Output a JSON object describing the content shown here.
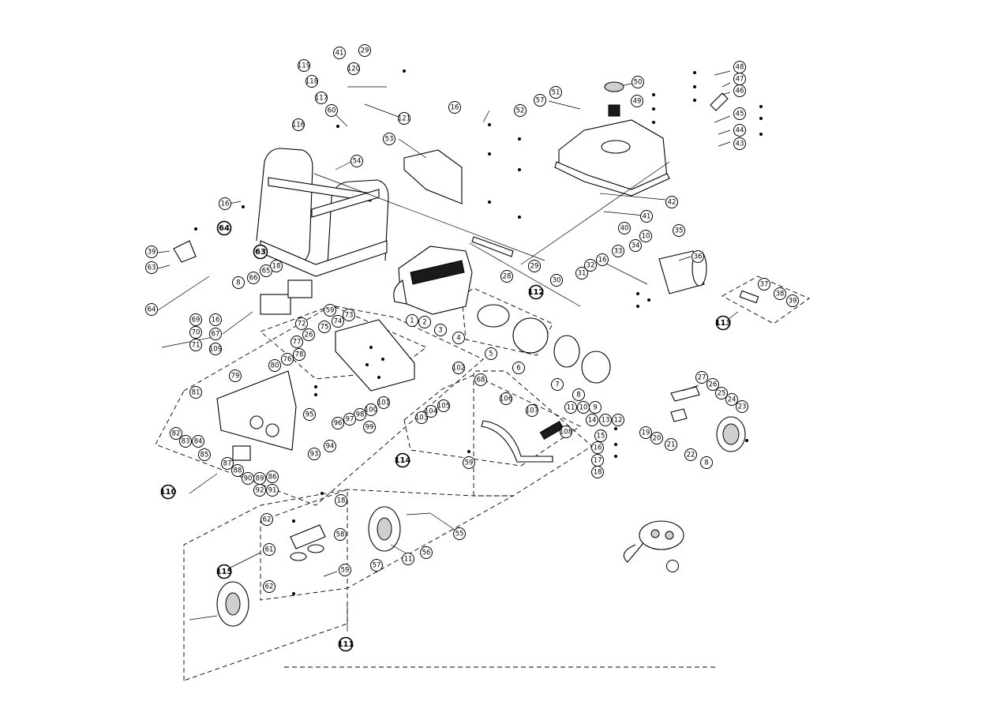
{
  "callouts": [
    {
      "label": "41"
    },
    {
      "label": "119"
    },
    {
      "label": "118"
    },
    {
      "label": "29"
    },
    {
      "label": "120"
    },
    {
      "label": "117"
    },
    {
      "label": "60"
    },
    {
      "label": "121"
    },
    {
      "label": "116"
    },
    {
      "label": "16"
    },
    {
      "label": "51"
    },
    {
      "label": "57"
    },
    {
      "label": "52"
    },
    {
      "label": "50"
    },
    {
      "label": "49"
    },
    {
      "label": "48"
    },
    {
      "label": "47"
    },
    {
      "label": "46"
    },
    {
      "label": "45"
    },
    {
      "label": "44"
    },
    {
      "label": "43"
    },
    {
      "label": "53"
    },
    {
      "label": "54"
    },
    {
      "label": "16"
    },
    {
      "label": "42"
    },
    {
      "label": "41"
    },
    {
      "label": "40"
    },
    {
      "label": "39"
    },
    {
      "label": "64"
    },
    {
      "label": "63"
    },
    {
      "label": "63"
    },
    {
      "label": "35"
    },
    {
      "label": "10"
    },
    {
      "label": "34"
    },
    {
      "label": "33"
    },
    {
      "label": "36"
    },
    {
      "label": "29"
    },
    {
      "label": "28"
    },
    {
      "label": "16"
    },
    {
      "label": "32"
    },
    {
      "label": "31"
    },
    {
      "label": "30"
    },
    {
      "label": "18"
    },
    {
      "label": "66"
    },
    {
      "label": "65"
    },
    {
      "label": "8"
    },
    {
      "label": "64"
    },
    {
      "label": "112"
    },
    {
      "label": "37"
    },
    {
      "label": "38"
    },
    {
      "label": "39"
    },
    {
      "label": "113"
    },
    {
      "label": "1"
    },
    {
      "label": "2"
    },
    {
      "label": "3"
    },
    {
      "label": "4"
    },
    {
      "label": "5"
    },
    {
      "label": "6"
    },
    {
      "label": "59"
    },
    {
      "label": "16"
    },
    {
      "label": "67"
    },
    {
      "label": "69"
    },
    {
      "label": "70"
    },
    {
      "label": "71"
    },
    {
      "label": "109"
    },
    {
      "label": "72"
    },
    {
      "label": "73"
    },
    {
      "label": "74"
    },
    {
      "label": "75"
    },
    {
      "label": "26"
    },
    {
      "label": "77"
    },
    {
      "label": "78"
    },
    {
      "label": "76"
    },
    {
      "label": "80"
    },
    {
      "label": "79"
    },
    {
      "label": "102"
    },
    {
      "label": "68"
    },
    {
      "label": "7"
    },
    {
      "label": "8"
    },
    {
      "label": "27"
    },
    {
      "label": "26"
    },
    {
      "label": "25"
    },
    {
      "label": "24"
    },
    {
      "label": "23"
    },
    {
      "label": "81"
    },
    {
      "label": "101"
    },
    {
      "label": "100"
    },
    {
      "label": "98"
    },
    {
      "label": "97"
    },
    {
      "label": "96"
    },
    {
      "label": "95"
    },
    {
      "label": "99"
    },
    {
      "label": "106"
    },
    {
      "label": "105"
    },
    {
      "label": "104"
    },
    {
      "label": "103"
    },
    {
      "label": "107"
    },
    {
      "label": "11"
    },
    {
      "label": "10"
    },
    {
      "label": "9"
    },
    {
      "label": "14"
    },
    {
      "label": "13"
    },
    {
      "label": "12"
    },
    {
      "label": "19"
    },
    {
      "label": "20"
    },
    {
      "label": "21"
    },
    {
      "label": "22"
    },
    {
      "label": "8"
    },
    {
      "label": "82"
    },
    {
      "label": "83"
    },
    {
      "label": "84"
    },
    {
      "label": "85"
    },
    {
      "label": "87"
    },
    {
      "label": "88"
    },
    {
      "label": "90"
    },
    {
      "label": "89"
    },
    {
      "label": "86"
    },
    {
      "label": "92"
    },
    {
      "label": "91"
    },
    {
      "label": "93"
    },
    {
      "label": "94"
    },
    {
      "label": "114"
    },
    {
      "label": "108"
    },
    {
      "label": "15"
    },
    {
      "label": "16"
    },
    {
      "label": "17"
    },
    {
      "label": "18"
    },
    {
      "label": "59"
    },
    {
      "label": "110"
    },
    {
      "label": "62"
    },
    {
      "label": "18"
    },
    {
      "label": "58"
    },
    {
      "label": "61"
    },
    {
      "label": "55"
    },
    {
      "label": "56"
    },
    {
      "label": "11"
    },
    {
      "label": "57"
    },
    {
      "label": "115"
    },
    {
      "label": "59"
    },
    {
      "label": "62"
    },
    {
      "label": "111"
    },
    {
      "label": ""
    }
  ],
  "colors": {
    "line": "#000000",
    "background": "#ffffff"
  }
}
